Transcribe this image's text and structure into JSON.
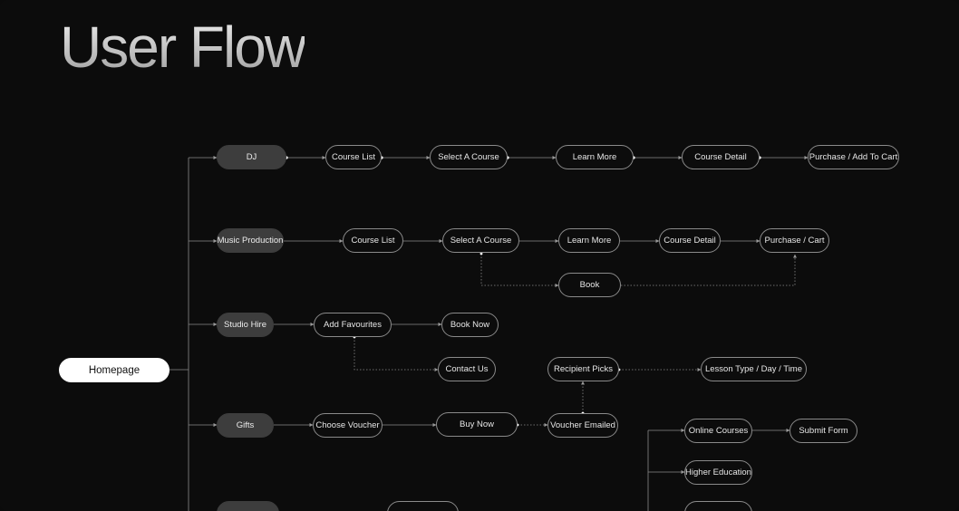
{
  "title": "User Flow",
  "nodes": {
    "homepage": "Homepage",
    "dj": "DJ",
    "dj_course_list": "Course List",
    "dj_select_course": "Select A Course",
    "dj_learn_more": "Learn More",
    "dj_course_detail": "Course Detail",
    "dj_purchase": "Purchase / Add To Cart",
    "music_production": "Music Production",
    "mp_course_list": "Course List",
    "mp_select_course": "Select A Course",
    "mp_learn_more": "Learn More",
    "mp_course_detail": "Course Detail",
    "mp_purchase": "Purchase / Cart",
    "mp_book": "Book",
    "studio_hire": "Studio Hire",
    "sh_add_favourites": "Add Favourites",
    "sh_book_now": "Book Now",
    "sh_contact_us": "Contact Us",
    "recipient_picks": "Recipient Picks",
    "lesson_type": "Lesson Type / Day / Time",
    "gifts": "Gifts",
    "choose_voucher": "Choose Voucher",
    "gifts_buy_now": "Buy Now",
    "voucher_emailed": "Voucher Emailed",
    "online_courses": "Online Courses",
    "submit_form": "Submit Form",
    "higher_education": "Higher Education"
  }
}
